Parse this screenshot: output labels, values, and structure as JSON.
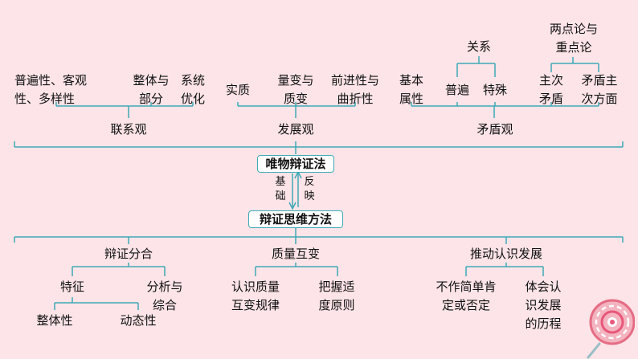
{
  "center": {
    "title": "唯物辩证法",
    "method": "辩证思维方法",
    "left_label": [
      "基",
      "础"
    ],
    "right_label": [
      "反",
      "映"
    ]
  },
  "top": {
    "lianxi": {
      "label": "联系观",
      "items": [
        [
          "普遍性、客观",
          "性、多样性"
        ],
        [
          "整体与",
          "部分"
        ],
        [
          "系统",
          "优化"
        ]
      ]
    },
    "fazhan": {
      "label": "发展观",
      "items": [
        [
          "实质"
        ],
        [
          "量变与",
          "质变"
        ],
        [
          "前进性与",
          "曲折性"
        ]
      ]
    },
    "maodun": {
      "label": "矛盾观",
      "items": [
        [
          "基本",
          "属性"
        ],
        [
          "普遍"
        ],
        [
          "特殊"
        ],
        [
          "主次",
          "矛盾"
        ],
        [
          "矛盾主",
          "次方面"
        ]
      ],
      "guanxi": "关系",
      "liangdian": [
        "两点论与",
        "重点论"
      ]
    }
  },
  "bottom": {
    "bianzheng": {
      "label": "辩证分合",
      "tezheng": "特征",
      "fenxi": [
        "分析与",
        "综合"
      ],
      "zhengti": "整体性",
      "dongtai": "动态性"
    },
    "zhiliang": {
      "label": "质量互变",
      "items": [
        [
          "认识质量",
          "互变规律"
        ],
        [
          "把握适",
          "度原则"
        ]
      ]
    },
    "tuidong": {
      "label": "推动认识发展",
      "items": [
        [
          "不作简单肯",
          "定或否定"
        ],
        [
          "体会认",
          "识发展",
          "的历程"
        ]
      ]
    }
  },
  "colors": {
    "background": "#fce4e8",
    "line": "#3fa9b5"
  }
}
